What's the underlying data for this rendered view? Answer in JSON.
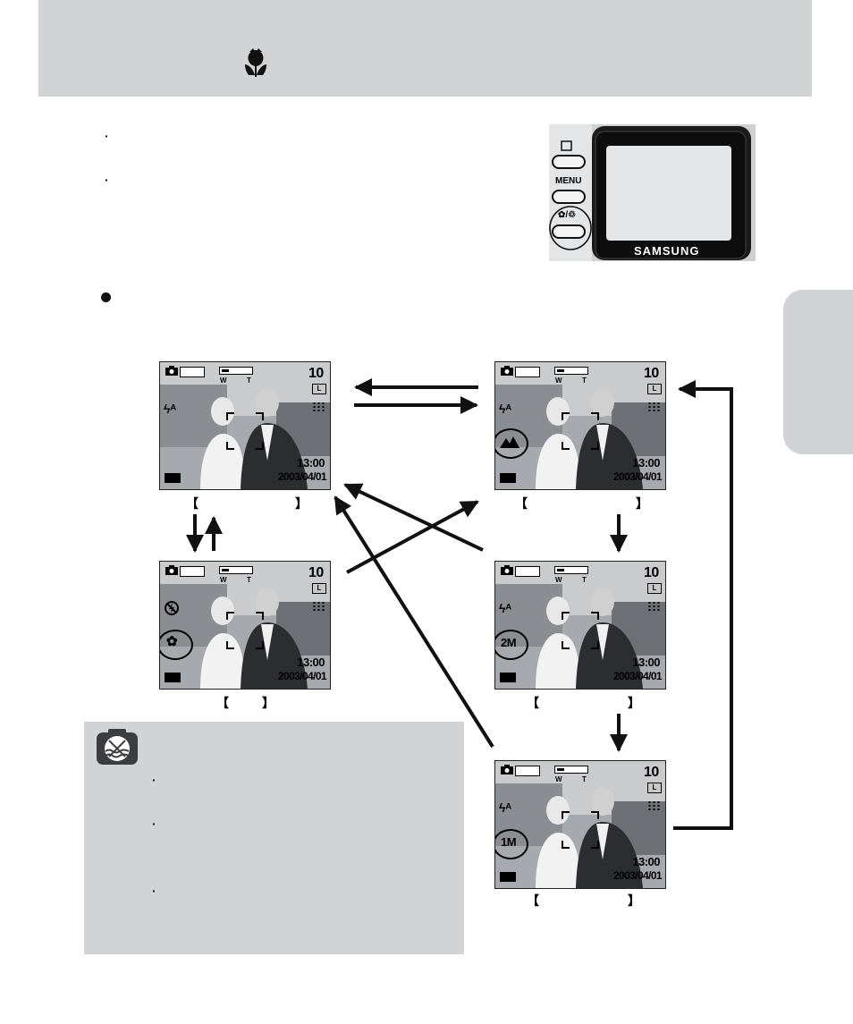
{
  "header": {
    "title_icon": "macro-flower-icon"
  },
  "camera": {
    "buttons": [
      {
        "label": "",
        "icon": "display-icon"
      },
      {
        "label": "MENU",
        "icon": ""
      },
      {
        "label": "",
        "icon": "macro-delete-icon"
      }
    ],
    "brand": "SAMSUNG"
  },
  "screens": {
    "shots_remaining": "10",
    "size_badge": "L",
    "zoom_w": "W",
    "zoom_t": "T",
    "time": "13:00",
    "date": "2003/04/01",
    "modes": [
      {
        "id": "auto",
        "badge": ""
      },
      {
        "id": "infinity",
        "badge": ""
      },
      {
        "id": "macro",
        "badge": ""
      },
      {
        "id": "2m",
        "badge": "2M"
      },
      {
        "id": "1m",
        "badge": "1M"
      }
    ]
  },
  "colors": {
    "panel_gray": "#d2d3d5",
    "ink": "#111111"
  }
}
